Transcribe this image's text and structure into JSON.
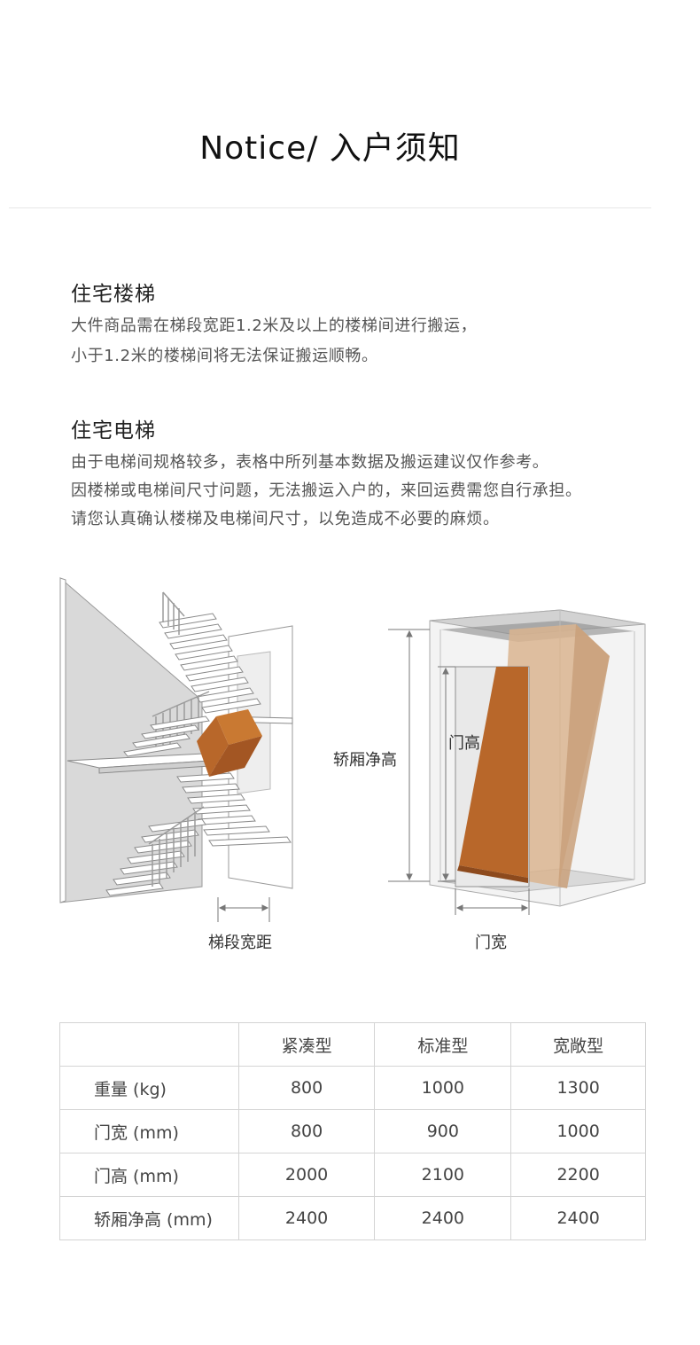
{
  "header": {
    "title": "Notice/ 入户须知"
  },
  "stairs": {
    "heading": "住宅楼梯",
    "lines": [
      "大件商品需在梯段宽距1.2米及以上的楼梯间进行搬运，",
      "小于1.2米的楼梯间将无法保证搬运顺畅。"
    ]
  },
  "elevator": {
    "heading": "住宅电梯",
    "lines": [
      "由于电梯间规格较多，表格中所列基本数据及搬运建议仅作参考。",
      "因楼梯或电梯间尺寸问题，无法搬运入户的，来回运费需您自行承担。",
      "请您认真确认楼梯及电梯间尺寸，以免造成不必要的麻烦。"
    ]
  },
  "illustration": {
    "stair_width_label": "梯段宽距",
    "car_height_label": "轿厢净高",
    "door_height_label": "门高",
    "door_width_label": "门宽",
    "box_color": "#b8672a",
    "box_ghost_color": "#d9b48f"
  },
  "table": {
    "columns": [
      "",
      "紧凑型",
      "标准型",
      "宽敞型"
    ],
    "rows": [
      {
        "label": "重量 (kg)",
        "values": [
          "800",
          "1000",
          "1300"
        ]
      },
      {
        "label": "门宽 (mm)",
        "values": [
          "800",
          "900",
          "1000"
        ]
      },
      {
        "label": "门高 (mm)",
        "values": [
          "2000",
          "2100",
          "2200"
        ]
      },
      {
        "label": "轿厢净高 (mm)",
        "values": [
          "2400",
          "2400",
          "2400"
        ]
      }
    ]
  }
}
